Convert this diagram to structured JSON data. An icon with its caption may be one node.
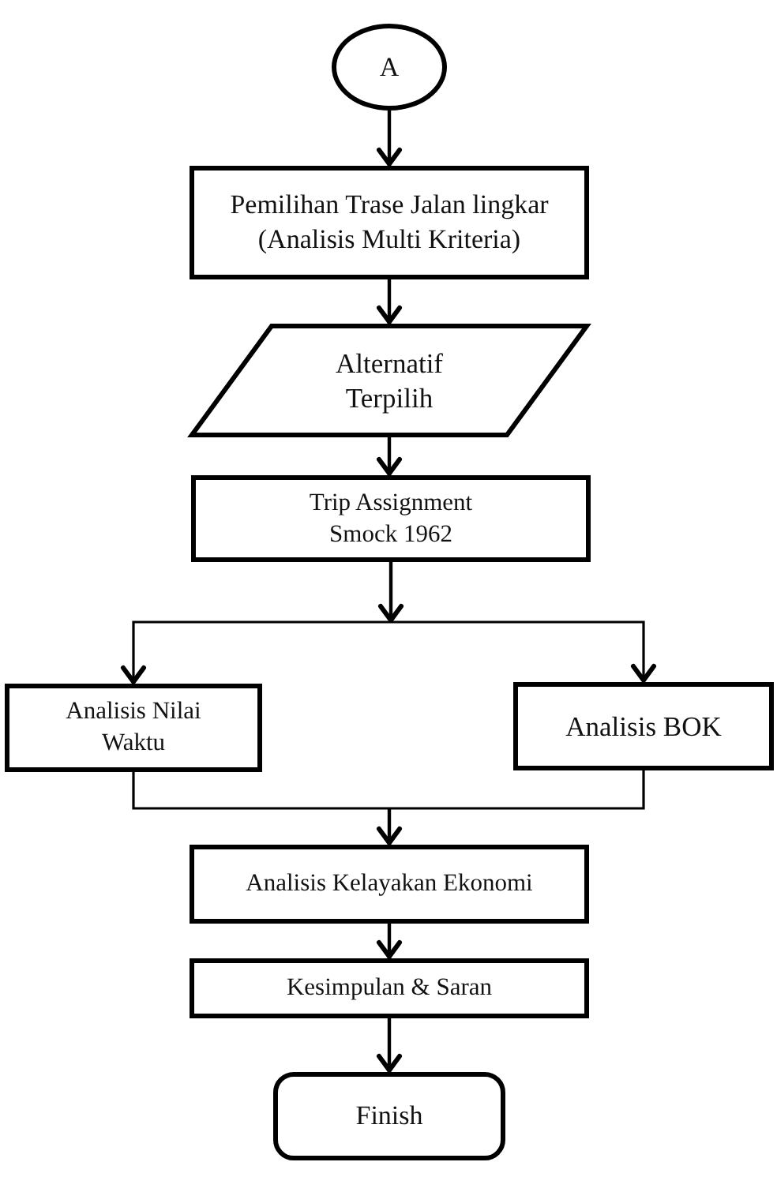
{
  "diagram": {
    "nodes": [
      {
        "text": [
          "A"
        ]
      },
      {
        "text": [
          "Pemilihan Trase Jalan lingkar (Analisis Multi Kriteria)"
        ]
      },
      {
        "text": [
          "Alternatif Terpilih"
        ]
      },
      {
        "text": [
          "Trip Assignment Smock 1962"
        ]
      },
      {
        "text": [
          "Analisis Nilai Waktu"
        ]
      },
      {
        "text": [
          "Analisis BOK"
        ]
      },
      {
        "text": [
          "Analisis Kelayakan Ekonomi"
        ]
      },
      {
        "text": [
          "Kesimpulan & Saran"
        ]
      },
      {
        "text": [
          "Finish"
        ]
      }
    ],
    "edges": [
      {
        "from": 0,
        "to": 1,
        "arrow": "to"
      },
      {
        "from": 1,
        "to": 2,
        "arrow": "to"
      },
      {
        "from": 2,
        "to": 3,
        "arrow": "to"
      },
      {
        "from": 3,
        "to": 4,
        "arrow": "to"
      },
      {
        "from": 3,
        "to": 5,
        "arrow": "to"
      },
      {
        "from": 4,
        "to": 6,
        "arrow": "to"
      },
      {
        "from": 5,
        "to": 6,
        "arrow": "to"
      },
      {
        "from": 6,
        "to": 7,
        "arrow": "to"
      },
      {
        "from": 7,
        "to": 8,
        "arrow": "to"
      }
    ]
  }
}
